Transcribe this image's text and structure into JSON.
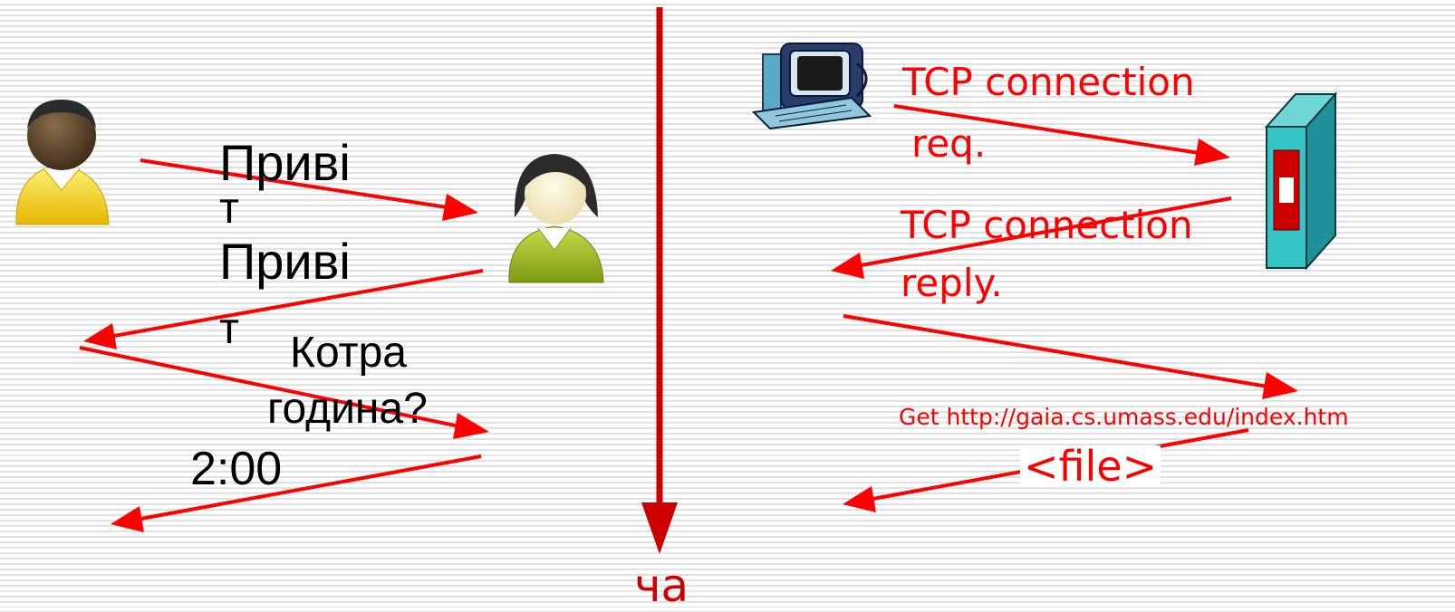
{
  "colors": {
    "arrow": "#ff0000",
    "timeline": "#cc0000",
    "human_text": "#000000",
    "network_text": "#ff0000"
  },
  "human_protocol": {
    "messages": [
      "Приві",
      "т",
      "Приві",
      "т",
      "Котра",
      "година?",
      "2:00"
    ]
  },
  "network_protocol": {
    "messages": [
      "TCP connection",
      "req.",
      "TCP connection",
      "reply.",
      "Get http://gaia.cs.umass.edu/index.htm",
      "<file>"
    ]
  },
  "timeline": {
    "label": "ча"
  },
  "icons": [
    "person-man-icon",
    "person-woman-icon",
    "computer-icon",
    "server-icon"
  ]
}
